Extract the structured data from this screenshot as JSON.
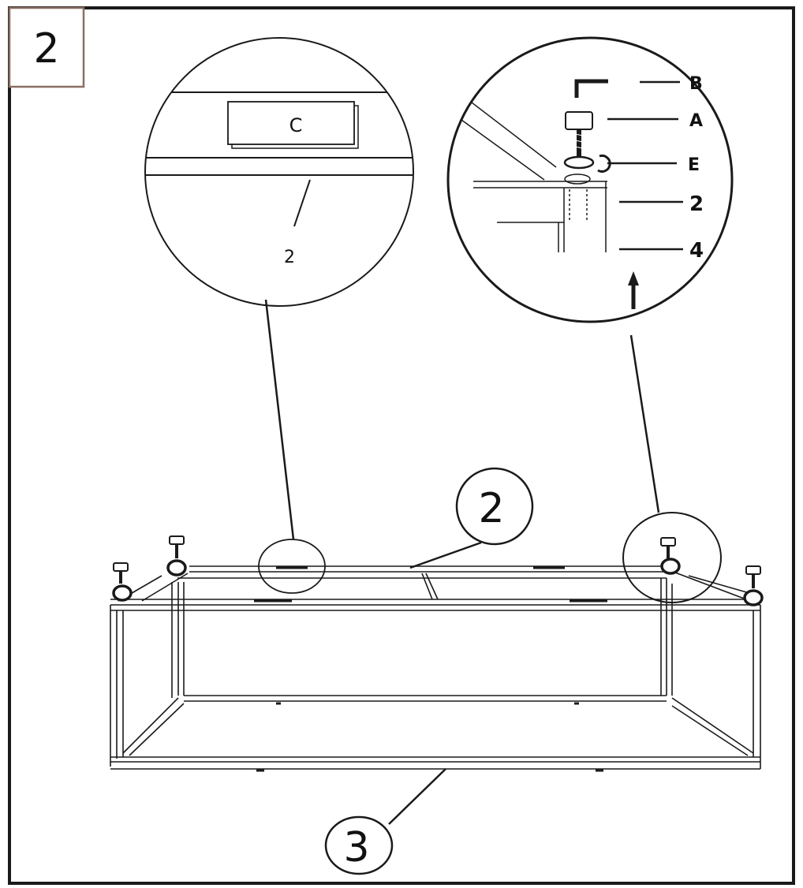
{
  "step_number": "2",
  "detail_left": {
    "part_label": "C",
    "frame_label": "2"
  },
  "detail_right": {
    "labels": [
      "B",
      "A",
      "E",
      "2",
      "4"
    ]
  },
  "callouts": {
    "frame_top": "2",
    "frame_bottom": "3"
  },
  "colors": {
    "line": "#1a1a1a",
    "step_box_border": "#8a6f62",
    "background": "#ffffff"
  }
}
